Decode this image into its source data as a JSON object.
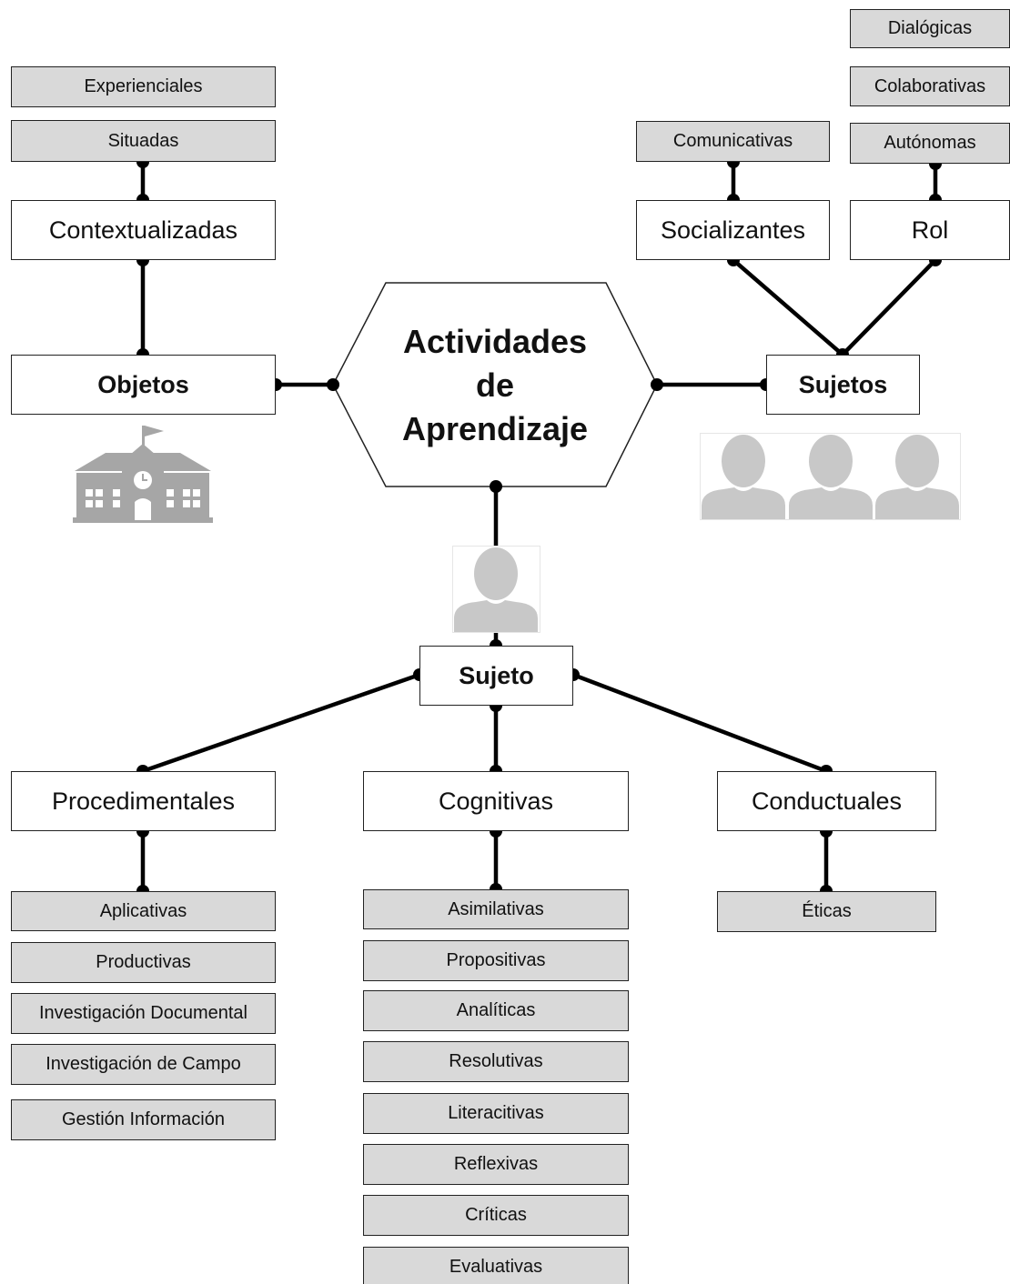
{
  "center": {
    "line1": "Actividades",
    "line2": "de",
    "line3": "Aprendizaje"
  },
  "objetos": {
    "label": "Objetos",
    "child": {
      "label": "Contextualizadas",
      "items": [
        "Experienciales",
        "Situadas"
      ]
    }
  },
  "sujetos": {
    "label": "Sujetos",
    "socializantes": {
      "label": "Socializantes",
      "items": [
        "Comunicativas"
      ]
    },
    "rol": {
      "label": "Rol",
      "items": [
        "Dialógicas",
        "Colaborativas",
        "Autónomas"
      ]
    }
  },
  "sujeto": {
    "label": "Sujeto",
    "procedimentales": {
      "label": "Procedimentales",
      "items": [
        "Aplicativas",
        "Productivas",
        "Investigación Documental",
        "Investigación de Campo",
        "Gestión Información"
      ]
    },
    "cognitivas": {
      "label": "Cognitivas",
      "items": [
        "Asimilativas",
        "Propositivas",
        "Analíticas",
        "Resolutivas",
        "Literacitivas",
        "Reflexivas",
        "Críticas",
        "Evaluativas"
      ]
    },
    "conductuales": {
      "label": "Conductuales",
      "items": [
        "Éticas"
      ]
    }
  },
  "icons": {
    "school": "school-building-icon",
    "group": "user-group-icon",
    "single": "user-icon"
  },
  "colors": {
    "sub_fill": "#d9d9d9",
    "icon_gray": "#a6a6a6",
    "line": "#000000"
  }
}
